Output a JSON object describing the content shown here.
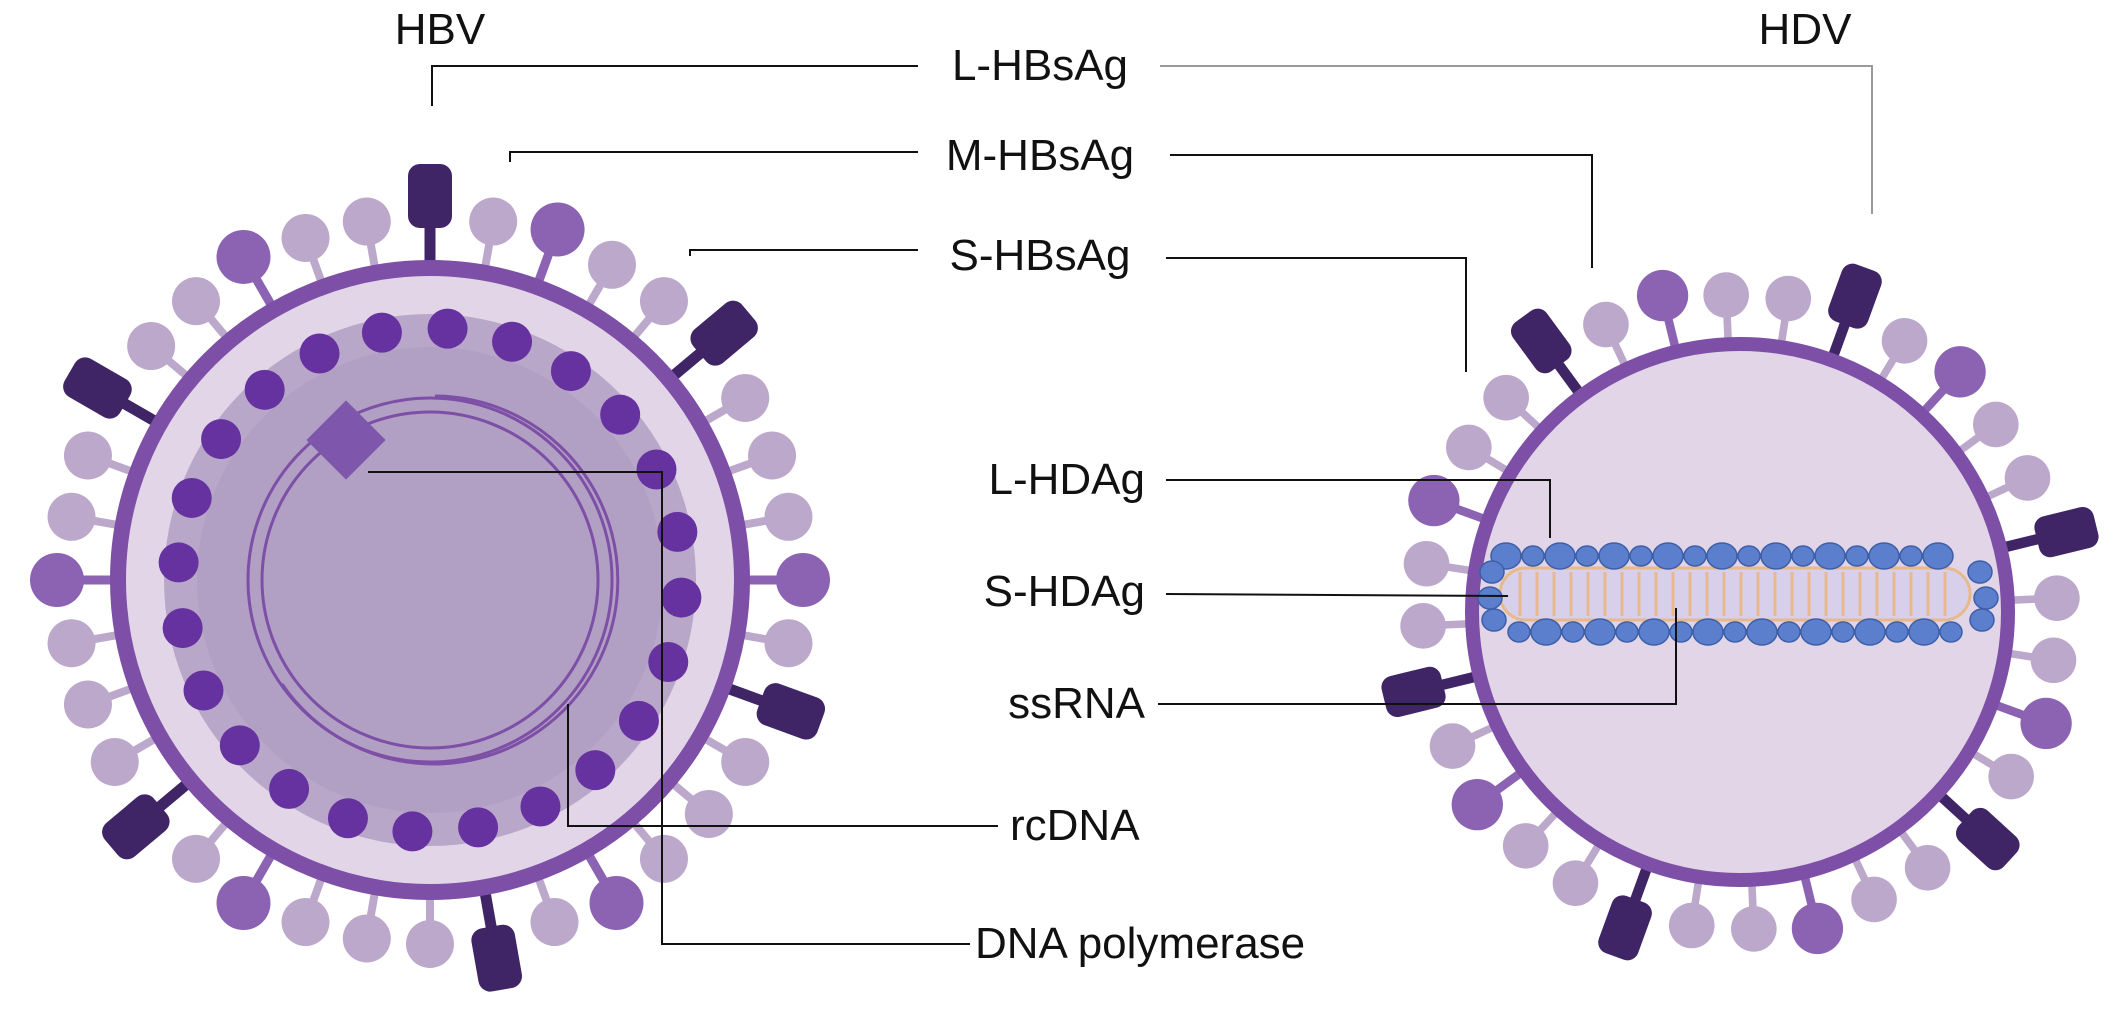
{
  "titles": {
    "hbv": "HBV",
    "hdv": "HDV"
  },
  "labels": {
    "l_hbsag": "L-HBsAg",
    "m_hbsag": "M-HBsAg",
    "s_hbsag": "S-HBsAg",
    "l_hdag": "L-HDAg",
    "s_hdag": "S-HDAg",
    "ssrna": "ssRNA",
    "rcdna": "rcDNA",
    "dna_polymerase": "DNA polymerase"
  },
  "colors": {
    "envelope_outline": "#7d4fa6",
    "envelope_fill": "#e1d5e7",
    "capsid_fill": "#b9a7c9",
    "capsid_dots": "#6632a0",
    "l_hbsag": "#3f2566",
    "m_hbsag": "#8b63b2",
    "s_hbsag": "#bca8cb",
    "hdag": "#5b7fcc",
    "ssrna_core": "#d8d0ea",
    "ssrna_rungs": "#e7b98c",
    "polymerase": "#7e57ad"
  }
}
